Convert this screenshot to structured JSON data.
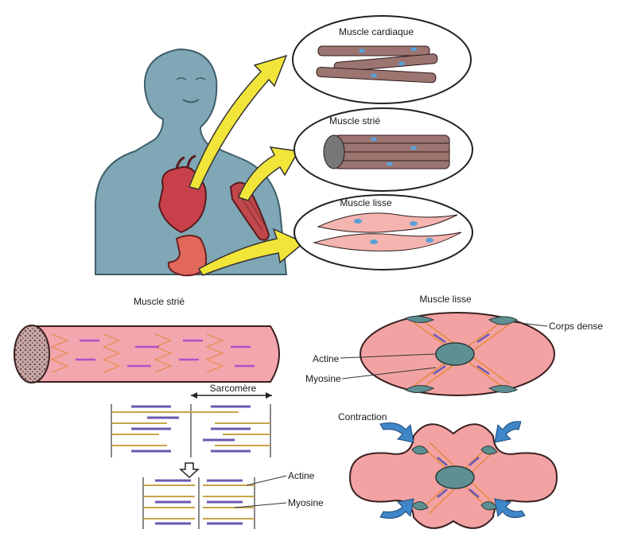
{
  "top": {
    "cardiac_label": "Muscle cardiaque",
    "striated_label": "Muscle  strié",
    "smooth_label": "Muscle lisse"
  },
  "striated_panel": {
    "title": "Muscle strié",
    "sarcomere_label": "Sarcomère",
    "actin_label": "Actine",
    "myosin_label": "Myosine"
  },
  "smooth_panel": {
    "title": "Muscle lisse",
    "dense_body_label": "Corps dense",
    "actin_label": "Actine",
    "myosin_label": "Myosine",
    "contraction_label": "Contraction"
  },
  "colors": {
    "body": "#7fa7b5",
    "body_outline": "#3f5f6a",
    "heart": "#c8414a",
    "stomach": "#e2685c",
    "arrow_yellow": "#f2e53a",
    "muscle_pink": "#f2a6ad",
    "fiber_pink": "#e58dbb",
    "smooth_cell": "#f3a2a3",
    "dense_body": "#5e8f92",
    "actin_gold": "#c7a44a",
    "myosin_purple": "#6a58b0",
    "contraction_arrow": "#3f86c8"
  }
}
